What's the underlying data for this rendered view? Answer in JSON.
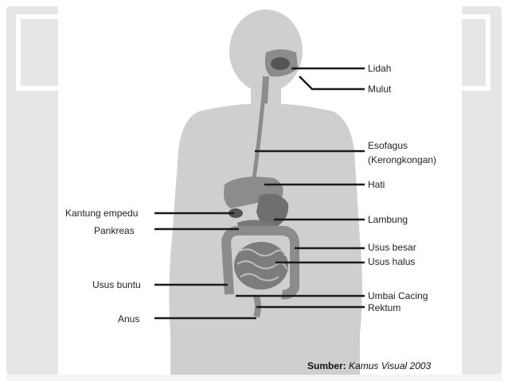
{
  "labels": {
    "lidah": "Lidah",
    "mulut": "Mulut",
    "esofagus_1": "Esofagus",
    "esofagus_2": "(Kerongkongan)",
    "hati": "Hati",
    "kantung_empedu": "Kantung empedu",
    "lambung": "Lambung",
    "pankreas": "Pankreas",
    "usus_besar": "Usus besar",
    "usus_halus": "Usus halus",
    "usus_buntu": "Usus buntu",
    "umbai_cacing": "Umbai Cacing",
    "rektum": "Rektum",
    "anus": "Anus"
  },
  "source": {
    "prefix": "Sumber:",
    "title": "Kamus Visual 2003"
  },
  "colors": {
    "body": "#cfcfcf",
    "organs": "#8c8c8c",
    "organ_dark": "#555555",
    "leader_line": "#1a1a1a",
    "slide_bg": "#e6e6e6"
  }
}
